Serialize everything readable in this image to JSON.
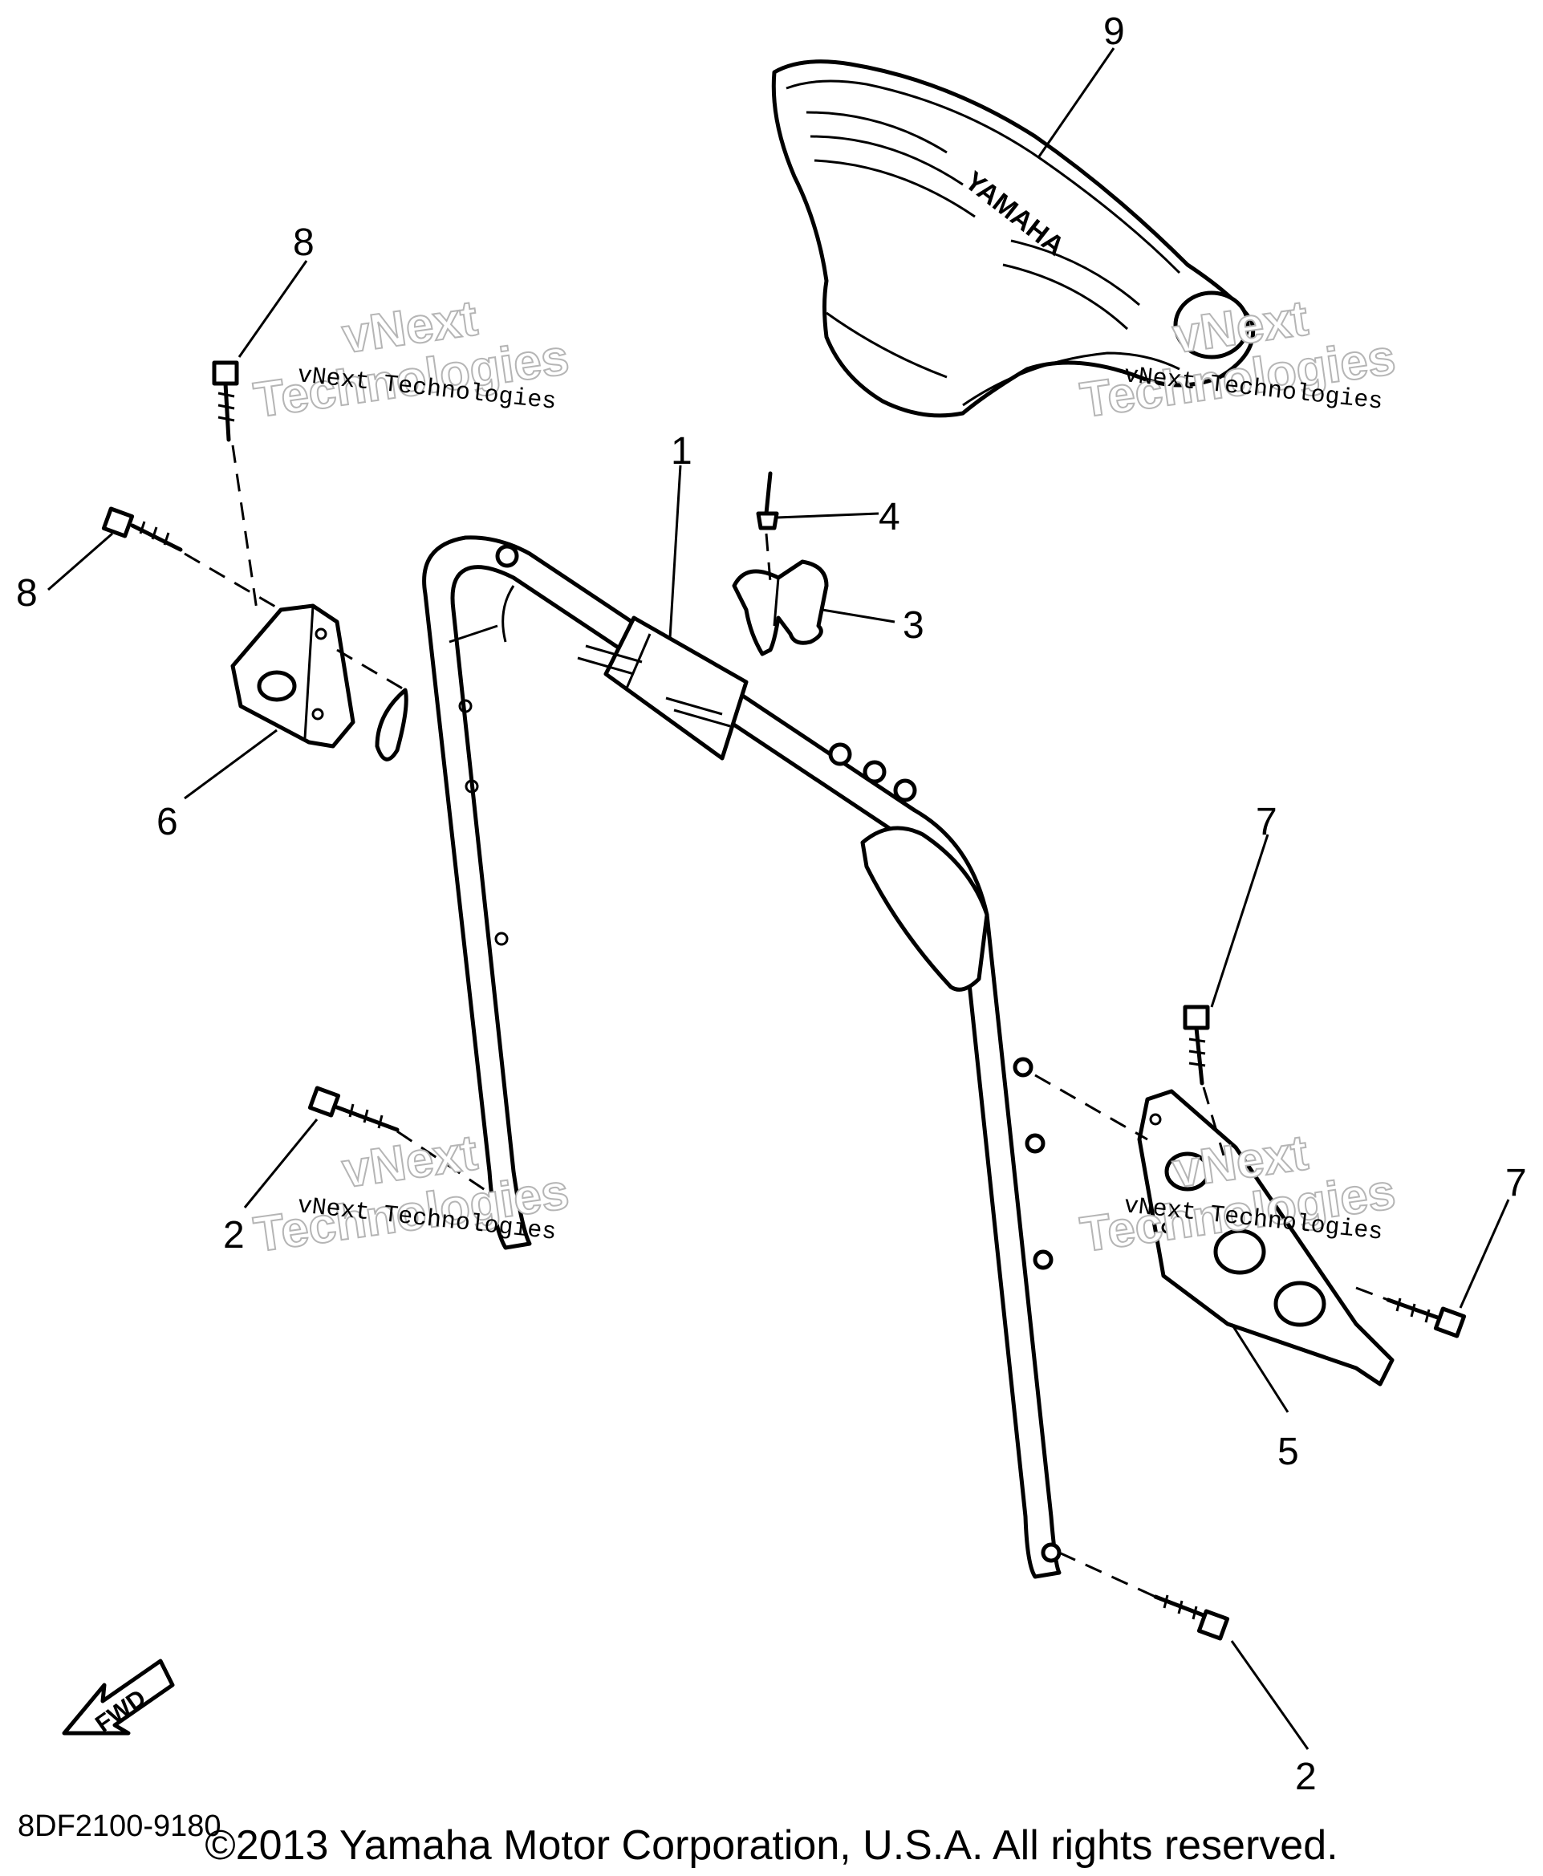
{
  "callouts": {
    "c1": "1",
    "c2a": "2",
    "c2b": "2",
    "c3": "3",
    "c4": "4",
    "c5": "5",
    "c6": "6",
    "c7a": "7",
    "c7b": "7",
    "c8a": "8",
    "c8b": "8",
    "c9": "9"
  },
  "seat_logo": "YAMAHA",
  "fwd_label": "FWD",
  "watermark": {
    "line_small": "vNext Technologies",
    "line_big_1": "vNext",
    "line_big_2": "Technologies"
  },
  "drawing_code": "8DF2100-9180",
  "copyright": "©2013 Yamaha Motor Corporation, U.S.A. All rights reserved."
}
